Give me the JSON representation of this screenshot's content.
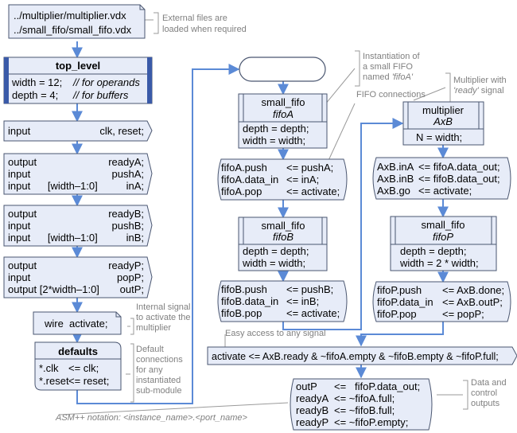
{
  "files": {
    "line1": "../multiplier/multiplier.vdx",
    "line2": "../small_fifo/small_fifo.vdx",
    "note": [
      "External files are",
      "loaded when required"
    ]
  },
  "top_level": {
    "title": "top_level",
    "rows": [
      {
        "code": "width = 12;",
        "comment": "// for operands"
      },
      {
        "code": "depth =  4;",
        "comment": "// for buffers"
      }
    ]
  },
  "inputs_clk": {
    "left": "input",
    "right": "clk, reset;"
  },
  "port_groups": [
    {
      "rows": [
        {
          "left": "output",
          "right": "readyA;"
        },
        {
          "left": "input",
          "right": "pushA;"
        },
        {
          "left": "input      [width–1:0]",
          "right": "inA;"
        }
      ]
    },
    {
      "rows": [
        {
          "left": "output",
          "right": "readyB;"
        },
        {
          "left": "input",
          "right": "pushB;"
        },
        {
          "left": "input      [width–1:0]",
          "right": "inB;"
        }
      ]
    },
    {
      "rows": [
        {
          "left": "output",
          "right": "readyP;"
        },
        {
          "left": "input",
          "right": "popP;"
        },
        {
          "left": "output [2*width–1:0]",
          "right": "outP;"
        }
      ]
    }
  ],
  "wire_box": {
    "text": "wire  activate;"
  },
  "wire_note": [
    "Internal signal",
    "to activate the",
    "multiplier"
  ],
  "defaults": {
    "title": "defaults",
    "rows": [
      {
        "left": "*.clk",
        "right": "<= clk;"
      },
      {
        "left": "*.reset",
        "right": "<= reset;"
      }
    ]
  },
  "defaults_note": [
    "Default",
    "connections",
    "for any",
    "instantiated",
    "sub-module"
  ],
  "asm_note": "ASM++ notation: <instance_name>.<port_name>",
  "fifoA": {
    "type": "small_fifo",
    "name": "fifoA",
    "params": [
      "depth = depth;",
      "width = width;"
    ]
  },
  "fifoA_conn": [
    {
      "left": "fifoA.push",
      "right": "<= pushA;"
    },
    {
      "left": "fifoA.data_in",
      "right": "<= inA;"
    },
    {
      "left": "fifoA.pop",
      "right": "<= activate;"
    }
  ],
  "fifoB": {
    "type": "small_fifo",
    "name": "fifoB",
    "params": [
      "depth = depth;",
      "width = width;"
    ]
  },
  "fifoB_conn": [
    {
      "left": "fifoB.push",
      "right": "<= pushB;"
    },
    {
      "left": "fifoB.data_in",
      "right": "<= inB;"
    },
    {
      "left": "fifoB.pop",
      "right": "<= activate;"
    }
  ],
  "inst_note": [
    "Instantiation of",
    "a small FIFO",
    "named ",
    "'fifoA'"
  ],
  "fifo_conn_note": "FIFO connections",
  "mult_note": [
    "Multiplier with",
    "'ready'",
    " signal"
  ],
  "mult": {
    "type": "multiplier",
    "name": "AxB",
    "params": [
      "N = width;"
    ]
  },
  "mult_conn": [
    {
      "left": "AxB.inA",
      "right": "<= fifoA.data_out;"
    },
    {
      "left": "AxB.inB",
      "right": "<= fifoB.data_out;"
    },
    {
      "left": "AxB.go",
      "right": "<= activate;"
    }
  ],
  "fifoP": {
    "type": "small_fifo",
    "name": "fifoP",
    "params": [
      "depth = depth;",
      "width = 2 * width;"
    ]
  },
  "fifoP_conn": [
    {
      "left": "fifoP.push",
      "right": "<= AxB.done;"
    },
    {
      "left": "fifoP.data_in",
      "right": "<= AxB.outP;"
    },
    {
      "left": "fifoP.pop",
      "right": "<= popP;"
    }
  ],
  "easy_note": "Easy access to any signal",
  "activate_expr": "activate <= AxB.ready & ~fifoA.empty & ~fifoB.empty & ~fifoP.full;",
  "outputs": [
    {
      "left": "outP",
      "right": "<=   fifoP.data_out;"
    },
    {
      "left": "readyA",
      "right": "<= ~fifoA.full;"
    },
    {
      "left": "readyB",
      "right": "<= ~fifoB.full;"
    },
    {
      "left": "readyP",
      "right": "<= ~fifoP.empty;"
    }
  ],
  "outputs_note": [
    "Data and",
    "control",
    "outputs"
  ],
  "colors": {
    "box_fill": "#e7ecf8",
    "box_stroke": "#4a5670",
    "bar": "#3a5aa8",
    "arrow": "#5b8ad6",
    "note_line": "#9a9a9a",
    "note_text": "#808080"
  }
}
